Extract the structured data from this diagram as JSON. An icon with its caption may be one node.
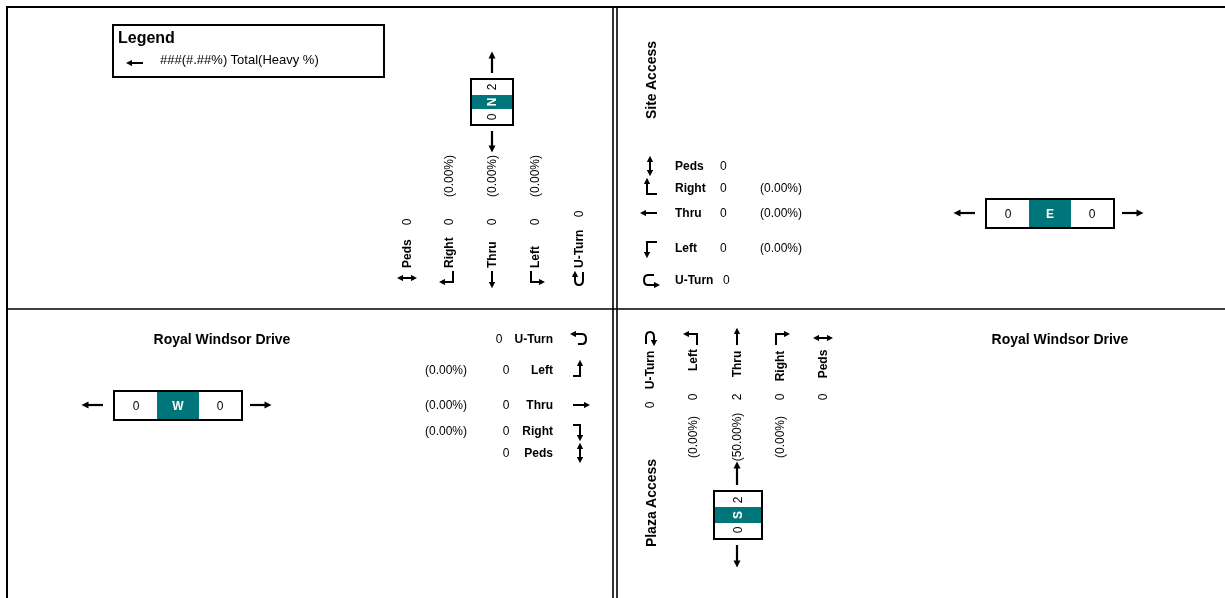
{
  "diagram": {
    "nodes": [
      {
        "text": [
          "2",
          "N",
          "0"
        ]
      },
      {
        "text": [
          "0",
          "E",
          "0"
        ]
      },
      {
        "text": [
          "0",
          "W",
          "0"
        ]
      },
      {
        "text": [
          "2",
          "S",
          "0"
        ]
      }
    ],
    "labels": [
      "Legend",
      "(0.00%)",
      "(0.00%)",
      "(0.00%)",
      "0",
      "0",
      "0",
      "0",
      "0",
      "Peds",
      "Right",
      "Thru",
      "Left",
      "U-Turn",
      "Site Access",
      "Peds",
      "0",
      "Right",
      "0",
      "(0.00%)",
      "Thru",
      "0",
      "(0.00%)",
      "Left",
      "0",
      "(0.00%)",
      "U-Turn",
      "0",
      "Royal Windsor Drive",
      "0",
      "U-Turn",
      "(0.00%)",
      "0",
      "Left",
      "(0.00%)",
      "0",
      "Thru",
      "(0.00%)",
      "0",
      "Right",
      "0",
      "Peds",
      "U-Turn",
      "Left",
      "Thru",
      "Right",
      "Peds",
      "0",
      "0",
      "2",
      "0",
      "0",
      "(0.00%)",
      "(50.00%)",
      "(0.00%)",
      "Plaza Access",
      "Royal Windsor Drive"
    ],
    "legend": [
      {
        "text": "###(#.##%) Total(Heavy %)"
      }
    ]
  }
}
